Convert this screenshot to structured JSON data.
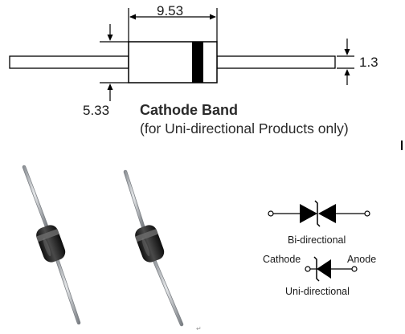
{
  "dimensions": {
    "body_length": "9.53",
    "body_diameter": "5.33",
    "lead_diameter": "1.3"
  },
  "cathode_band": {
    "title": "Cathode Band",
    "note": "(for Uni-directional Products only)"
  },
  "symbols": {
    "bidirectional_label": "Bi-directional",
    "unidirectional_label": "Uni-directional",
    "cathode_label": "Cathode",
    "anode_label": "Anode"
  },
  "colors": {
    "outline": "#000000",
    "band": "#000000",
    "lead_wire": "#b8bcc0",
    "diode_body": "#2b2b2b"
  },
  "photo_marker": "↵"
}
